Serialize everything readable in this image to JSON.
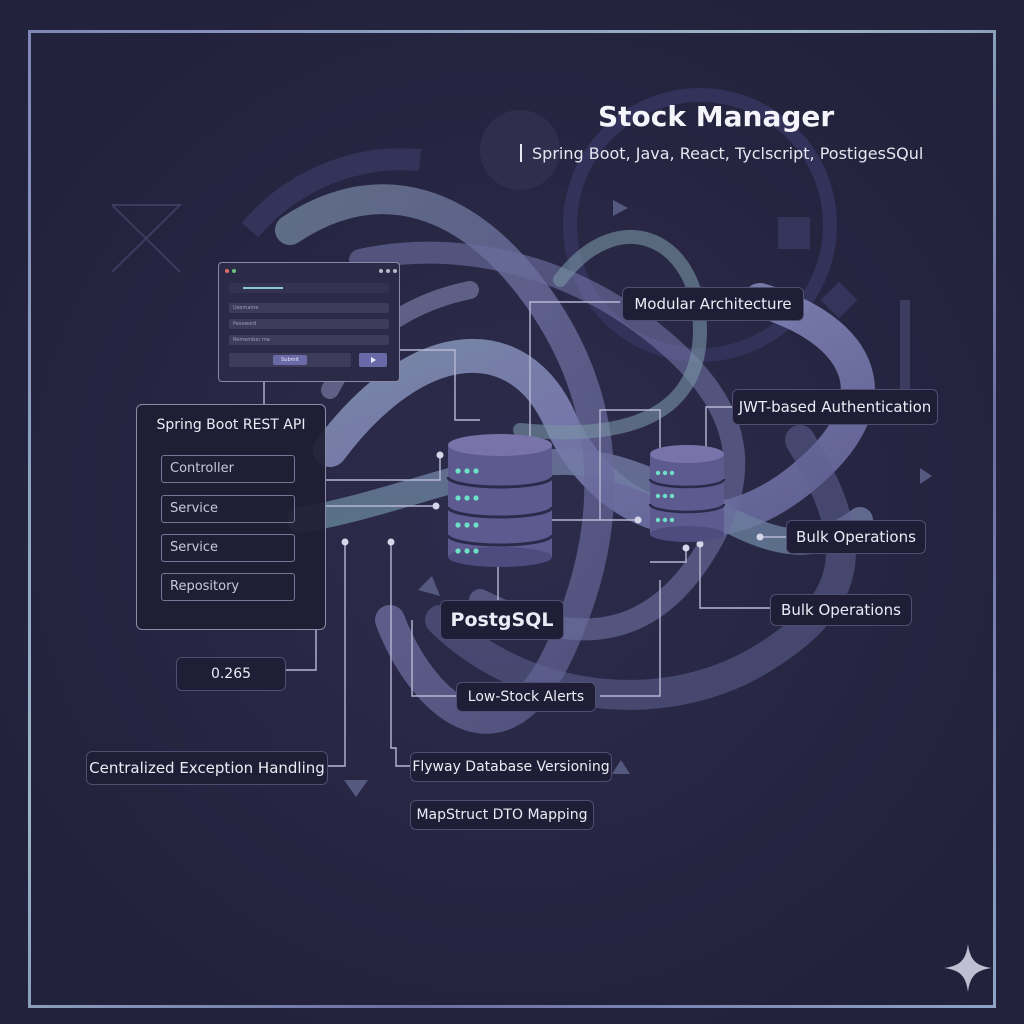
{
  "title": "Stock Manager",
  "subtitle": "Spring Boot, Java, React, Tyclscript, PostigesSQul",
  "api_box": {
    "title": "Spring Boot REST API",
    "layers": [
      "Controller",
      "Service",
      "Service",
      "Repository"
    ]
  },
  "ui_window": {
    "fields": [
      "Username",
      "Password",
      "Remember me"
    ],
    "button": "Submit"
  },
  "labels": {
    "value_box": "0.265",
    "postgres": "PostgSQL",
    "modular": "Modular Architecture",
    "jwt": "JWT-based Authentication",
    "bulk_1": "Bulk Operations",
    "bulk_2": "Bulk Operations",
    "low_stock": "Low-Stock Alerts",
    "exception": "Centralized Exception Handling",
    "flyway": "Flyway Database Versioning",
    "mapstruct": "MapStruct DTO Mapping"
  },
  "colors": {
    "background": "#23223c",
    "database_body": "#5d5a8f",
    "database_dots": "#6ee0c8",
    "ribbon": "#8b8ec0",
    "ribbon_teal": "#7fa9b5",
    "connector": "#b7b8d4",
    "accent_button": "#6b6aa8"
  },
  "icons": [
    "database-icon",
    "database-icon",
    "sparkle-icon",
    "window-dot-icons",
    "play-icon"
  ]
}
